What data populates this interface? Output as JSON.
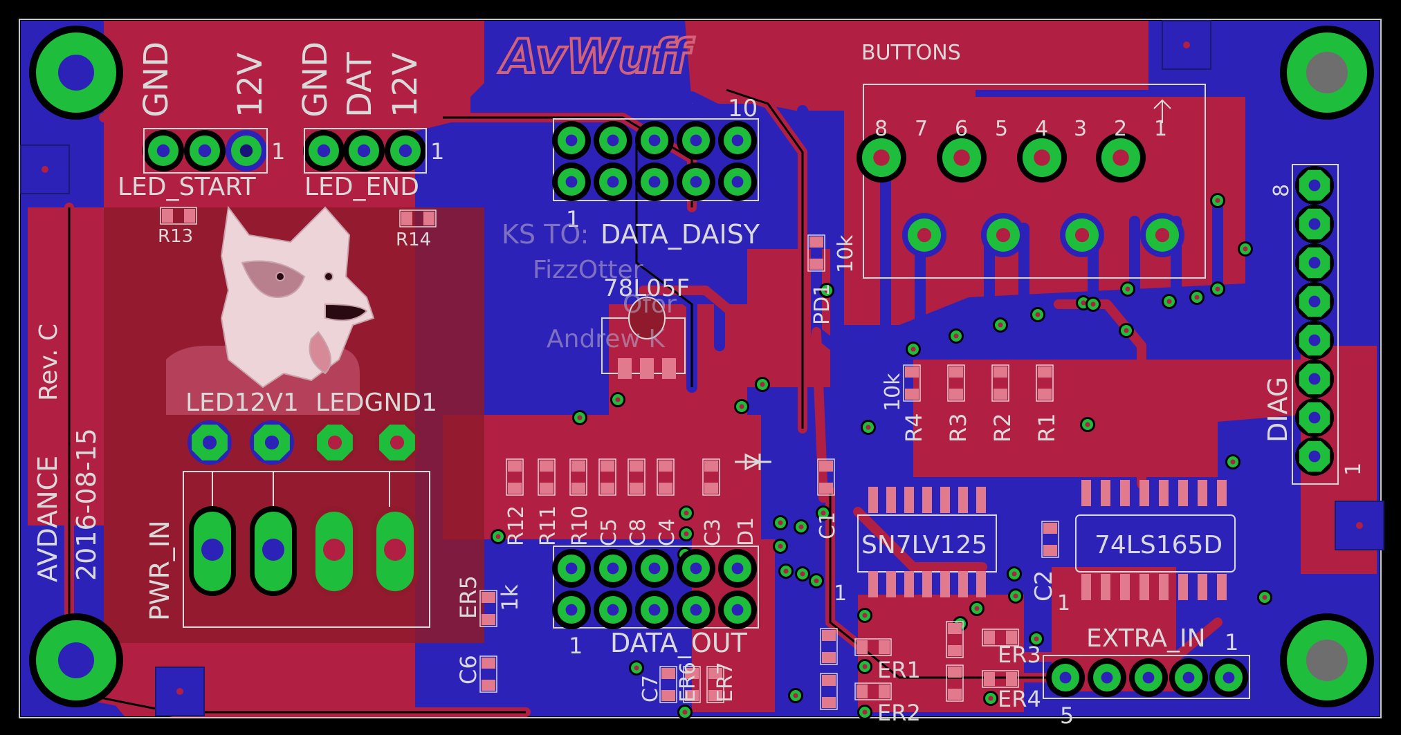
{
  "board": {
    "brand": "AvWuff",
    "revision": "Rev. C",
    "company": "AVDANCE",
    "date": "2016-08-15",
    "thanks_line1": "KS TO:",
    "thanks_line2": "FizzOtter",
    "thanks_line3": "Ofor",
    "thanks_line4": "Andrew K"
  },
  "connectors": {
    "led_start": {
      "name": "LED_START",
      "pin_labels": [
        "GND",
        "12V"
      ],
      "pin1": "1"
    },
    "led_end": {
      "name": "LED_END",
      "pin_labels": [
        "GND",
        "DAT",
        "12V"
      ],
      "pin1": "1"
    },
    "data_daisy": {
      "name": "DATA_DAISY",
      "pin1": "1",
      "pin10": "10"
    },
    "data_out": {
      "name": "DATA_OUT",
      "pin1": "1"
    },
    "buttons": {
      "name": "BUTTONS",
      "pins": [
        "8",
        "7",
        "6",
        "5",
        "4",
        "3",
        "2",
        "1"
      ]
    },
    "diag": {
      "name": "DIAG",
      "pin8": "8",
      "pin1": "1"
    },
    "extra_in": {
      "name": "EXTRA_IN",
      "pin1": "1",
      "pin5": "5"
    },
    "pwr_in": {
      "name": "PWR_IN",
      "pad_labels": [
        "LED12V1",
        "LEDGND1"
      ]
    }
  },
  "components": {
    "regulator": "78L05F",
    "buffer_ic": "SN7LV125",
    "shift_ic": "74LS165D",
    "ic_pin1": "1",
    "r13": "R13",
    "r14": "R14",
    "pd1": "PD1",
    "pd1_value": "10k",
    "rpack_value": "10k",
    "r_array": [
      "R4",
      "R3",
      "R2",
      "R1"
    ],
    "left_array": [
      "R12",
      "R11",
      "R10",
      "C5",
      "C8",
      "C4",
      "C3",
      "D1",
      "C1"
    ],
    "c2": "C2",
    "er5": "ER5",
    "er5_value": "1k",
    "c6": "C6",
    "c7": "C7",
    "er6": "ER6",
    "er7": "ER7",
    "er1": "ER1",
    "er2": "ER2",
    "er3": "ER3",
    "er4": "ER4"
  },
  "colors": {
    "top_copper": "#b11f43",
    "bottom_copper": "#2c22b7",
    "board_bg": "#000000",
    "silkscreen": "#d9d9d9",
    "pad_green": "#1fbd3c",
    "drill": "#7a7a7a"
  }
}
